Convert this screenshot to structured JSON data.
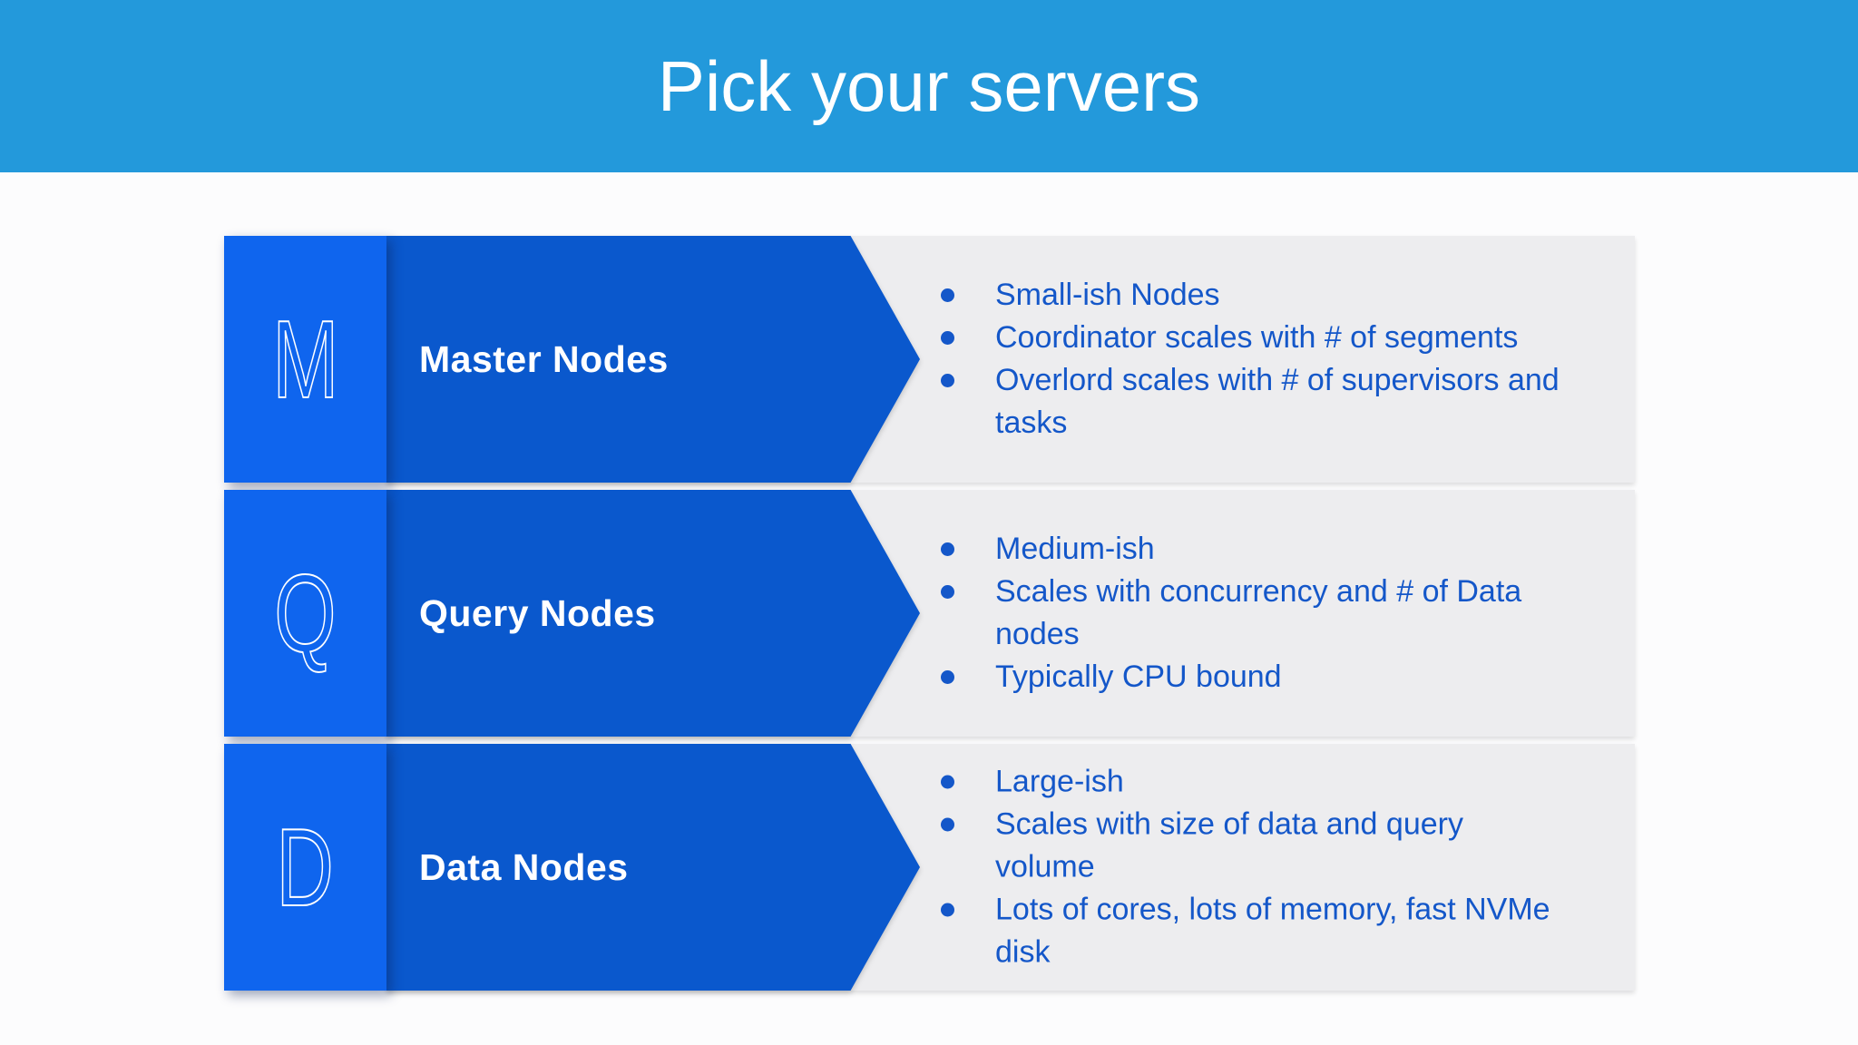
{
  "title": "Pick your servers",
  "colors": {
    "header_bg": "#2399DB",
    "letter_box": "#0F65EE",
    "arrow": "#0A58CD",
    "panel": "#EDEDEF",
    "bullet_text": "#1457C9",
    "title_text": "#FFFFFF",
    "page_bg": "#FCFCFD"
  },
  "rows": [
    {
      "letter": "M",
      "label": "Master Nodes",
      "bullets": [
        "Small-ish Nodes",
        "Coordinator scales with # of segments",
        "Overlord scales with # of supervisors and\ntasks"
      ]
    },
    {
      "letter": "Q",
      "label": "Query Nodes",
      "bullets": [
        "Medium-ish",
        "Scales with concurrency and # of Data\nnodes",
        "Typically CPU bound"
      ]
    },
    {
      "letter": "D",
      "label": "Data Nodes",
      "bullets": [
        "Large-ish",
        "Scales with size of data and query\nvolume",
        "Lots of cores, lots of memory, fast NVMe\ndisk"
      ]
    }
  ]
}
